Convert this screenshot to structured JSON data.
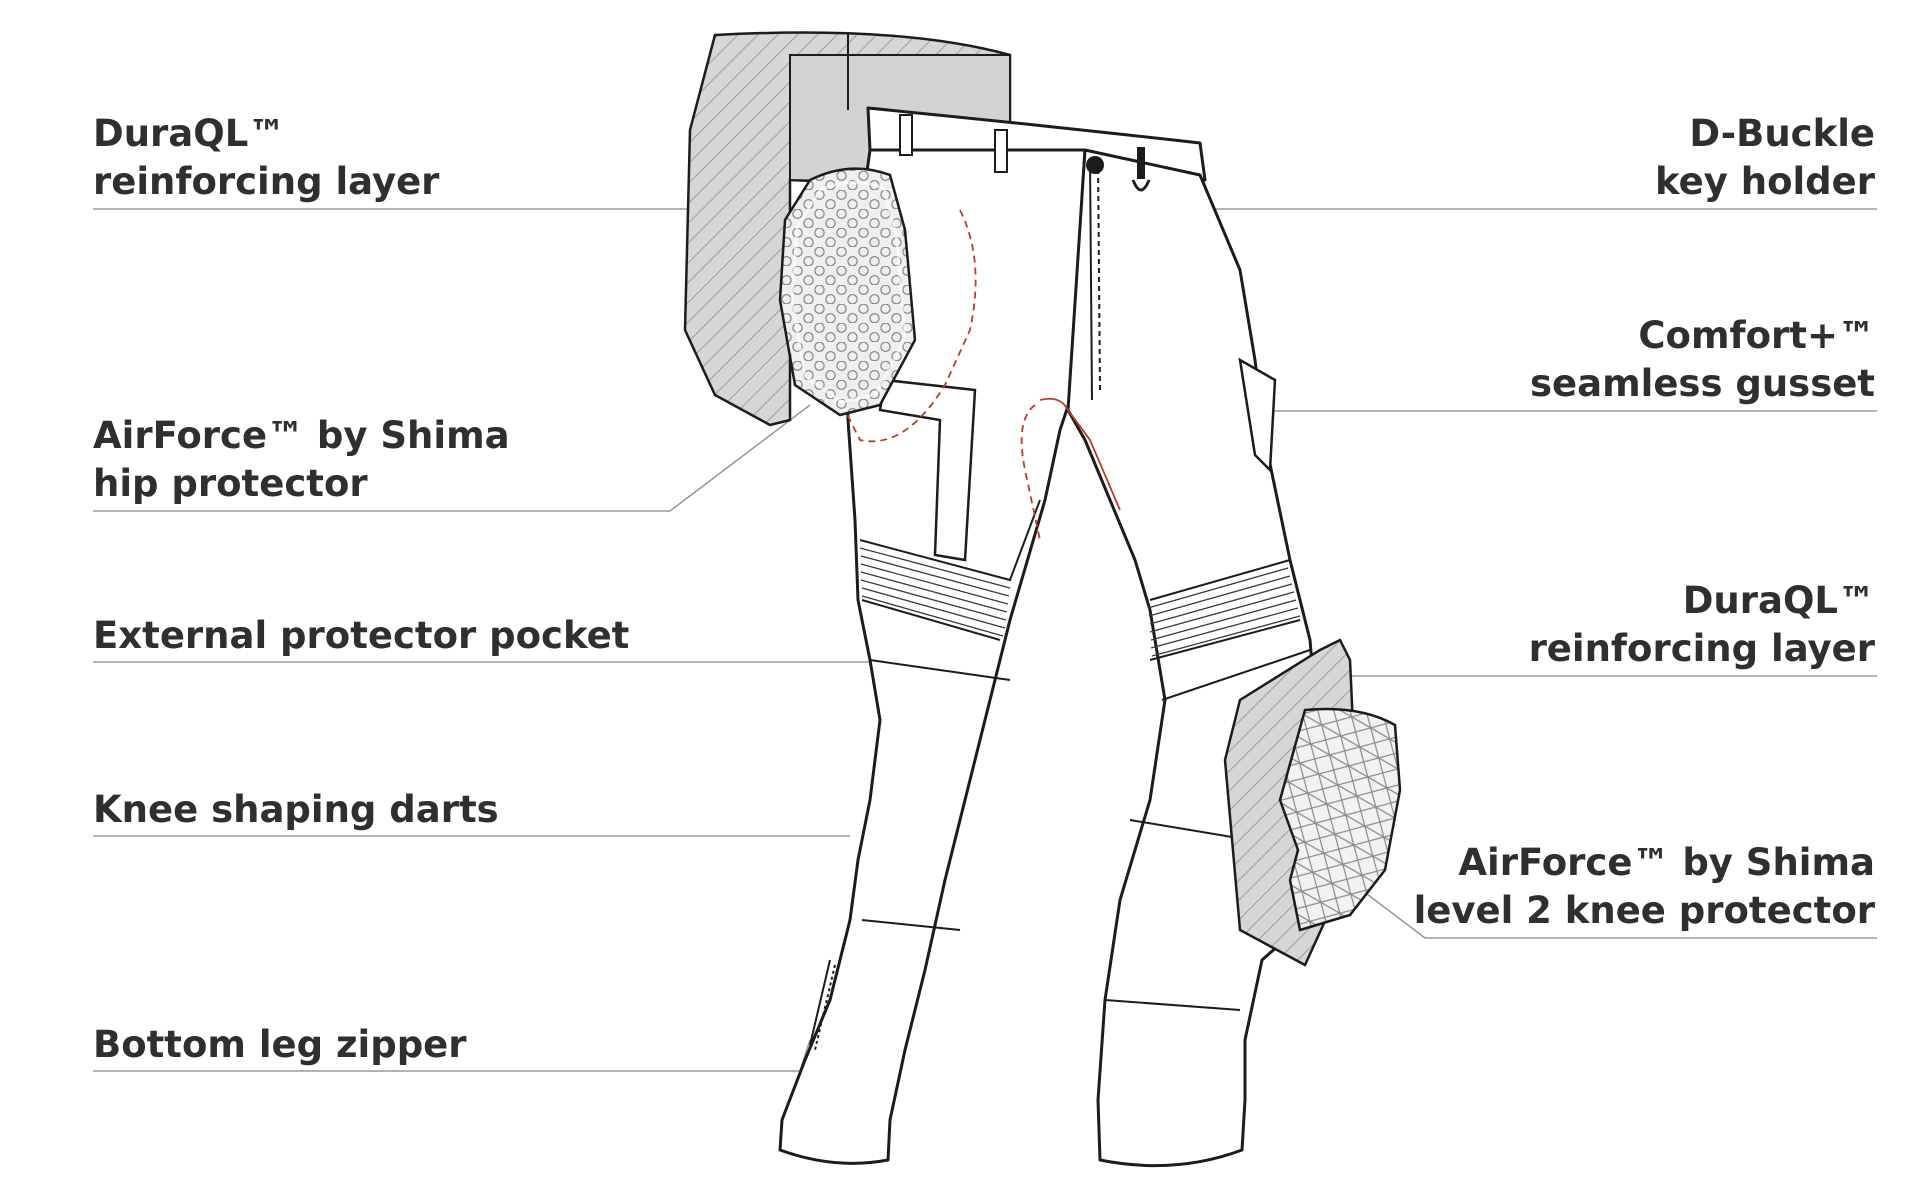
{
  "callouts": {
    "left": [
      {
        "line1": "DuraQL™",
        "line2": "reinforcing layer"
      },
      {
        "line1": "AirForce™ by Shima",
        "line2": "hip protector"
      },
      {
        "line1": "External protector pocket",
        "line2": ""
      },
      {
        "line1": "Knee shaping darts",
        "line2": ""
      },
      {
        "line1": "Bottom leg zipper",
        "line2": ""
      }
    ],
    "right": [
      {
        "line1": "D-Buckle",
        "line2": "key holder"
      },
      {
        "line1": "Comfort+™",
        "line2": "seamless gusset"
      },
      {
        "line1": "DuraQL™",
        "line2": "reinforcing  layer"
      },
      {
        "line1": "AirForce™ by Shima",
        "line2": "level 2 knee protector"
      }
    ]
  },
  "colors": {
    "text": "#2f2f2f",
    "leader_line": "#9a9a9a",
    "garment_outline": "#1c1c1c",
    "reinforcement_fill": "#d2d2d2",
    "gusset_outline": "#c0392b"
  },
  "icons": [
    "hip-protector-icon",
    "knee-protector-icon",
    "d-buckle-icon"
  ]
}
